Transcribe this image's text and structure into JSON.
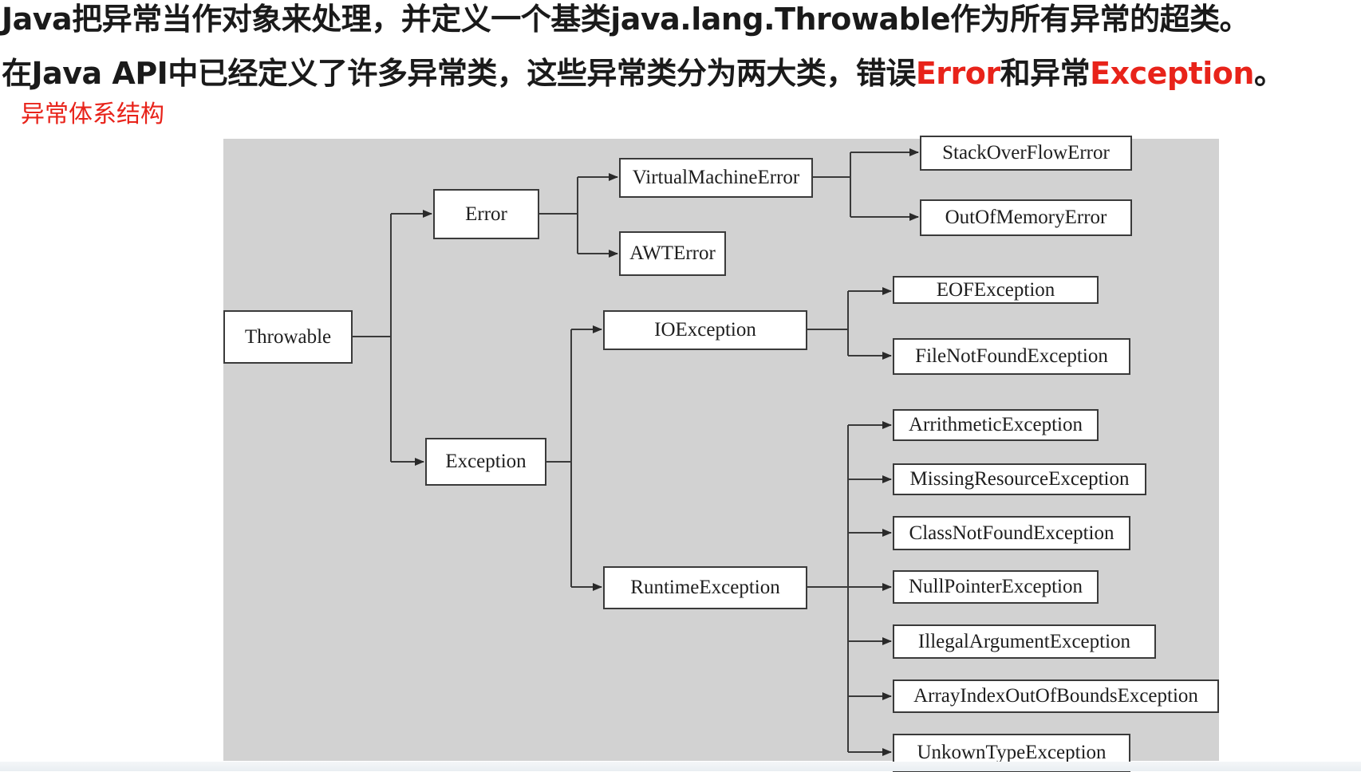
{
  "heading": {
    "line1": "Java把异常当作对象来处理，并定义一个基类java.lang.Throwable作为所有异常的超类。",
    "line2_part1": "在Java API中已经定义了许多异常类，这些异常类分为两大类，错误",
    "line2_error": "Error",
    "line2_part2": "和异常",
    "line2_exception": "Exception",
    "line2_end": "。"
  },
  "subtitle": "异常体系结构",
  "colors": {
    "accent_red": "#e8231a",
    "diagram_bg": "#d2d2d2",
    "node_border": "#3a3a3a"
  },
  "diagram": {
    "nodes": {
      "throwable": "Throwable",
      "error": "Error",
      "exception": "Exception",
      "virtual_machine_error": "VirtualMachineError",
      "awt_error": "AWTError",
      "stack_overflow_error": "StackOverFlowError",
      "out_of_memory_error": "OutOfMemoryError",
      "io_exception": "IOException",
      "runtime_exception": "RuntimeException",
      "eof_exception": "EOFException",
      "file_not_found_exception": "FileNotFoundException",
      "arithmetic_exception": "ArrithmeticException",
      "missing_resource_exception": "MissingResourceException",
      "class_not_found_exception": "ClassNotFoundException",
      "null_pointer_exception": "NullPointerException",
      "illegal_argument_exception": "IllegalArgumentException",
      "array_index_out_of_bounds_exception": "ArrayIndexOutOfBoundsException",
      "unknown_type_exception": "UnkownTypeException"
    }
  }
}
